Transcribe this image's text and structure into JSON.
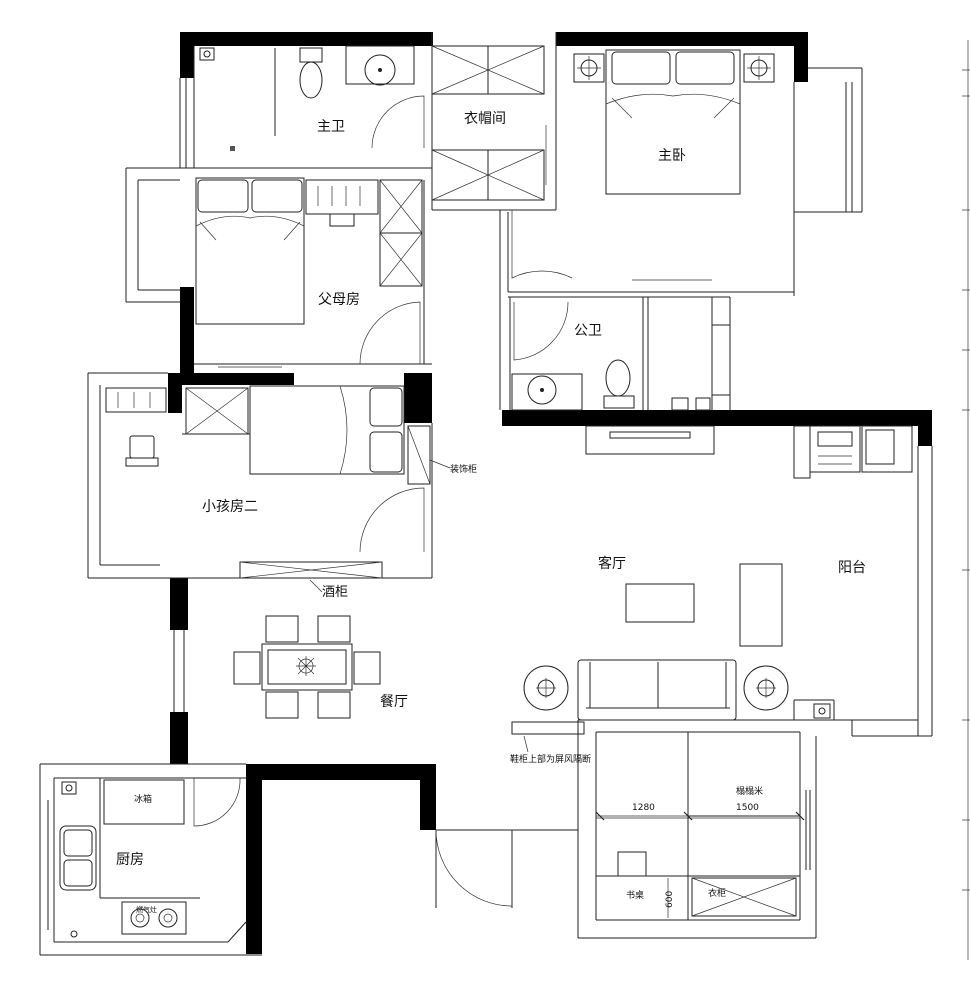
{
  "rooms": {
    "master_bath": "主卫",
    "cloakroom": "衣帽间",
    "master_bedroom": "主卧",
    "parents_room": "父母房",
    "public_bath": "公卫",
    "kids_room_2": "小孩房二",
    "living_room": "客厅",
    "balcony": "阳台",
    "dining_room": "餐厅",
    "kitchen": "厨房"
  },
  "annotations": {
    "decor_cabinet": "装饰柜",
    "wine_cabinet": "酒柜",
    "shoe_cabinet_note": "鞋柜上部为屏风隔断",
    "fridge": "冰箱",
    "tatami": "榻榻米",
    "desk": "书桌",
    "wardrobe": "衣柜",
    "cooktop": "燃气灶"
  },
  "dimensions": {
    "width_a": "1280",
    "width_b": "1500",
    "depth": "600"
  }
}
